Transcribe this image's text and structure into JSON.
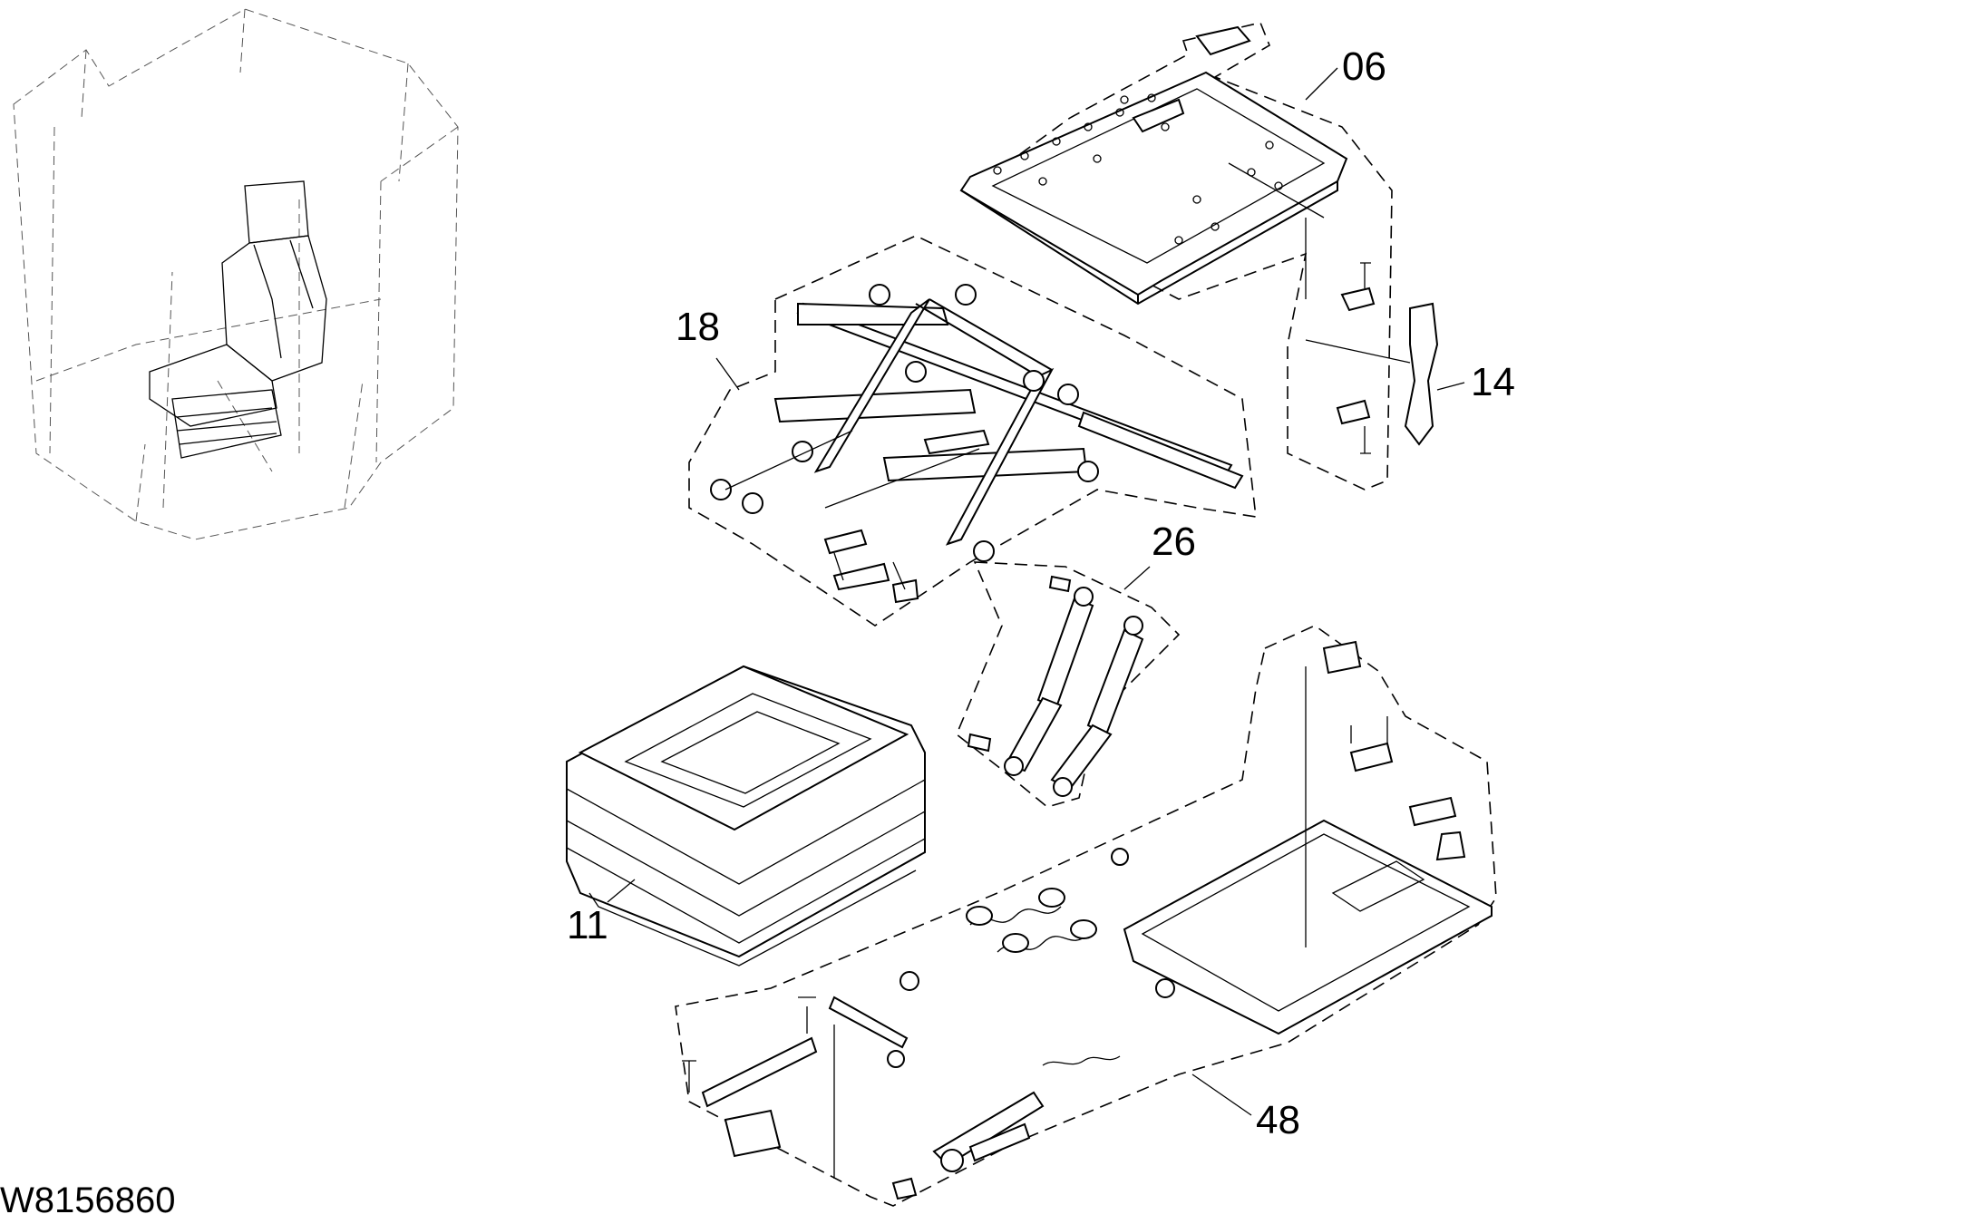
{
  "figure": {
    "drawing_number": "W8156860"
  },
  "callouts": [
    {
      "id": "06",
      "label": "06"
    },
    {
      "id": "14",
      "label": "14"
    },
    {
      "id": "18",
      "label": "18"
    },
    {
      "id": "26",
      "label": "26"
    },
    {
      "id": "11",
      "label": "11"
    },
    {
      "id": "48",
      "label": "48"
    }
  ],
  "colors": {
    "line": "#000000",
    "background": "#ffffff"
  }
}
